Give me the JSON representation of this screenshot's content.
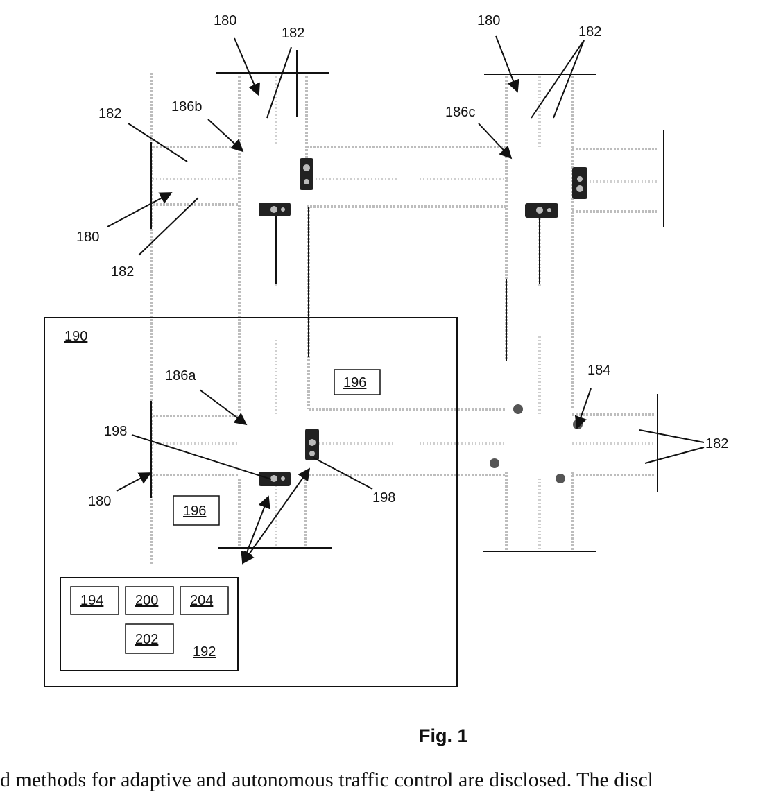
{
  "figure": {
    "caption": "Fig. 1",
    "labels": {
      "r180_a": "180",
      "r182_a": "182",
      "r182_b": "182",
      "r186b": "186b",
      "r180_b": "180",
      "r182_c": "182",
      "r180_c": "180",
      "r182_d": "182",
      "r186c": "186c",
      "r190": "190",
      "r186a": "186a",
      "r196_a": "196",
      "r196_b": "196",
      "r198_a": "198",
      "r198_b": "198",
      "r180_d": "180",
      "r184": "184",
      "r182_e": "182",
      "r194": "194",
      "r200": "200",
      "r204": "204",
      "r202": "202",
      "r192": "192"
    }
  },
  "body_text": "d methods for adaptive and autonomous traffic control are disclosed. The discl"
}
